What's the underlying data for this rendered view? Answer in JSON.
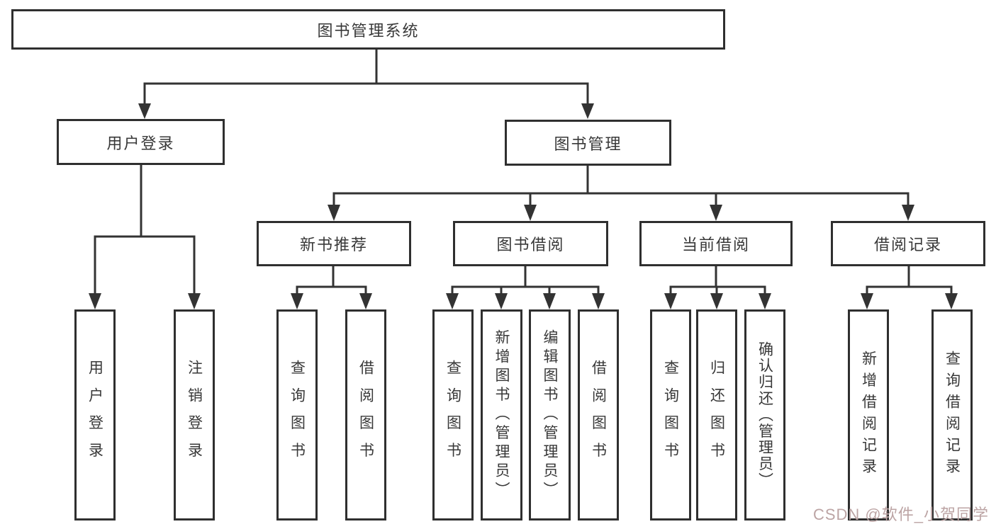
{
  "tree": {
    "root": {
      "label": "图书管理系统"
    },
    "branches": [
      {
        "label": "用户登录",
        "children": [
          {
            "label": "用户登录"
          },
          {
            "label": "注销登录"
          }
        ]
      },
      {
        "label": "图书管理",
        "sections": [
          {
            "label": "新书推荐",
            "children": [
              {
                "label": "查询图书"
              },
              {
                "label": "借阅图书"
              }
            ]
          },
          {
            "label": "图书借阅",
            "children": [
              {
                "label": "查询图书"
              },
              {
                "label": "新增图书（管理员）"
              },
              {
                "label": "编辑图书（管理员）"
              },
              {
                "label": "借阅图书"
              }
            ]
          },
          {
            "label": "当前借阅",
            "children": [
              {
                "label": "查询图书"
              },
              {
                "label": "归还图书"
              },
              {
                "label": "确认归还（管理员）"
              }
            ]
          },
          {
            "label": "借阅记录",
            "children": [
              {
                "label": "新增借阅记录"
              },
              {
                "label": "查询借阅记录"
              }
            ]
          }
        ]
      }
    ]
  },
  "watermark": {
    "text": "CSDN @软件_小贺同学",
    "color": "#bca4a4"
  },
  "colors": {
    "line": "#333333",
    "border": "#2f2f2f",
    "text": "#383838",
    "background": "#ffffff"
  }
}
